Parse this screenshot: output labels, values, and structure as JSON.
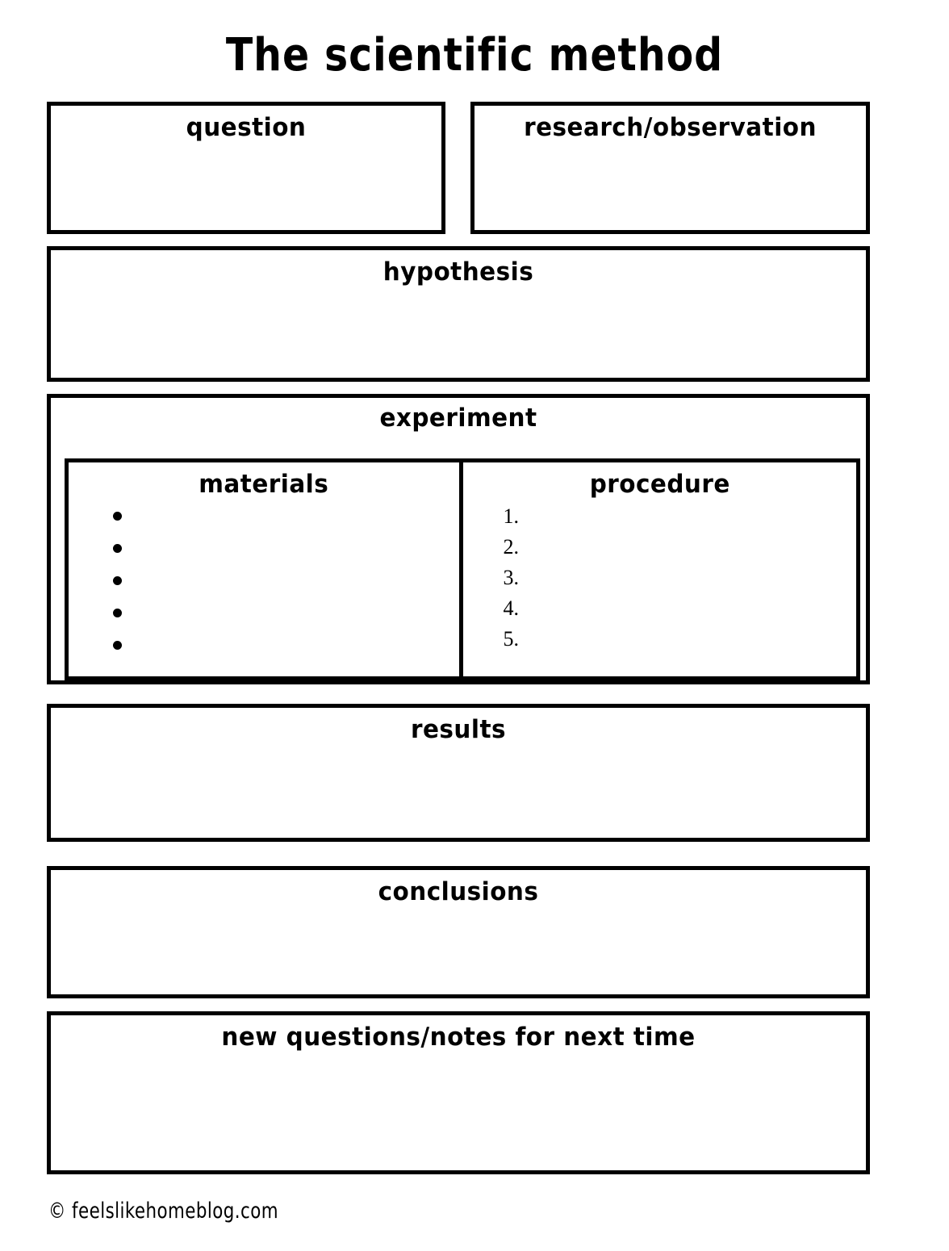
{
  "title": "The scientific method",
  "sections": {
    "question": {
      "heading": "Question"
    },
    "research": {
      "heading": "Research/Observation"
    },
    "hypothesis": {
      "heading": "Hypothesis"
    },
    "experiment": {
      "heading": "Experiment",
      "materials": {
        "heading": "Materials",
        "bullets": [
          "",
          "",
          "",
          "",
          ""
        ]
      },
      "procedure": {
        "heading": "Procedure",
        "items": [
          "1.",
          "2.",
          "3.",
          "4.",
          "5."
        ]
      }
    },
    "results": {
      "heading": "Results"
    },
    "conclusions": {
      "heading": "Conclusions"
    },
    "new_questions": {
      "heading": "New questions/notes for next time"
    }
  },
  "footer": {
    "credit": "© feelslikehomeblog.com"
  },
  "colors": {
    "ink": "#000000",
    "paper": "#ffffff"
  }
}
